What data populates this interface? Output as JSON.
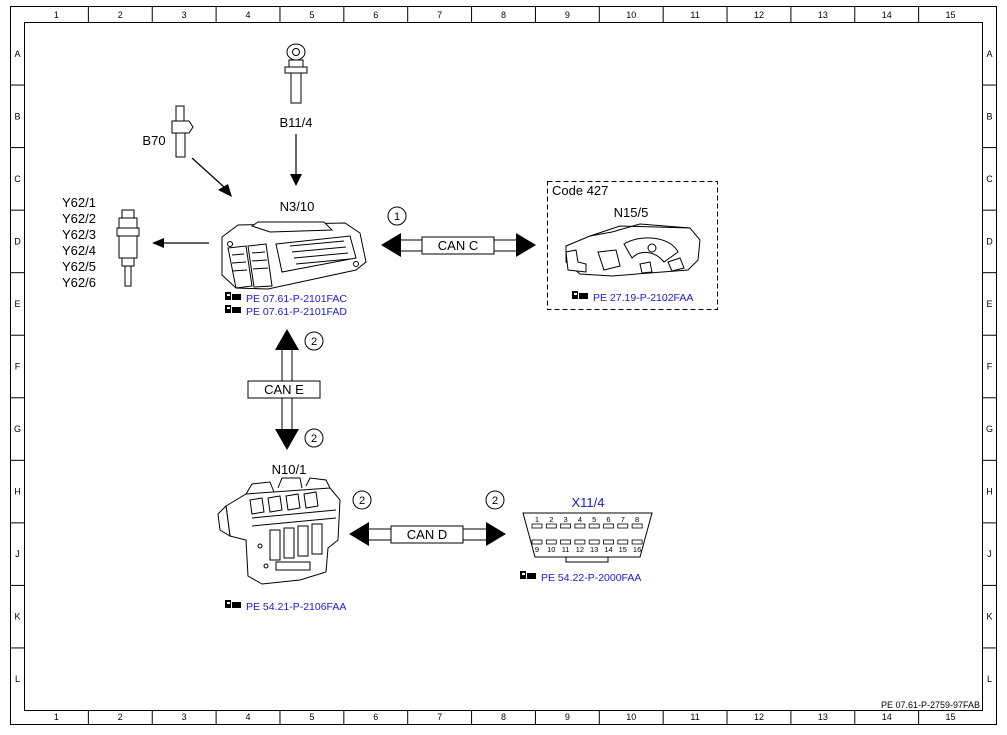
{
  "grid": {
    "cols": [
      "1",
      "2",
      "3",
      "4",
      "5",
      "6",
      "7",
      "8",
      "9",
      "10",
      "11",
      "12",
      "13",
      "14",
      "15"
    ],
    "rows": [
      "A",
      "B",
      "C",
      "D",
      "E",
      "F",
      "G",
      "H",
      "J",
      "K",
      "L"
    ]
  },
  "components": {
    "b11_4": "B11/4",
    "b70": "B70",
    "y62": [
      "Y62/1",
      "Y62/2",
      "Y62/3",
      "Y62/4",
      "Y62/5",
      "Y62/6"
    ],
    "n3_10": "N3/10",
    "n15_5": "N15/5",
    "code_427": "Code 427",
    "n10_1": "N10/1",
    "x11_4": "X11/4"
  },
  "buses": {
    "can_c": "CAN C",
    "can_e": "CAN E",
    "can_d": "CAN D"
  },
  "callouts": {
    "c1": "1",
    "c2a": "2",
    "c2b": "2",
    "c2c": "2",
    "c2d": "2"
  },
  "references": {
    "n3_10_a": "PE 07.61-P-2101FAC",
    "n3_10_b": "PE 07.61-P-2101FAD",
    "n15_5": "PE 27.19-P-2102FAA",
    "n10_1": "PE 54.21-P-2106FAA",
    "x11_4": "PE 54.22-P-2000FAA"
  },
  "obd_pins": {
    "top": [
      "1",
      "2",
      "3",
      "4",
      "5",
      "6",
      "7",
      "8"
    ],
    "bottom": [
      "9",
      "10",
      "11",
      "12",
      "13",
      "14",
      "15",
      "16"
    ]
  },
  "doc_id": "PE 07.61-P-2759-97FAB",
  "colors": {
    "link": "#1a1ad0",
    "line": "#000000"
  }
}
